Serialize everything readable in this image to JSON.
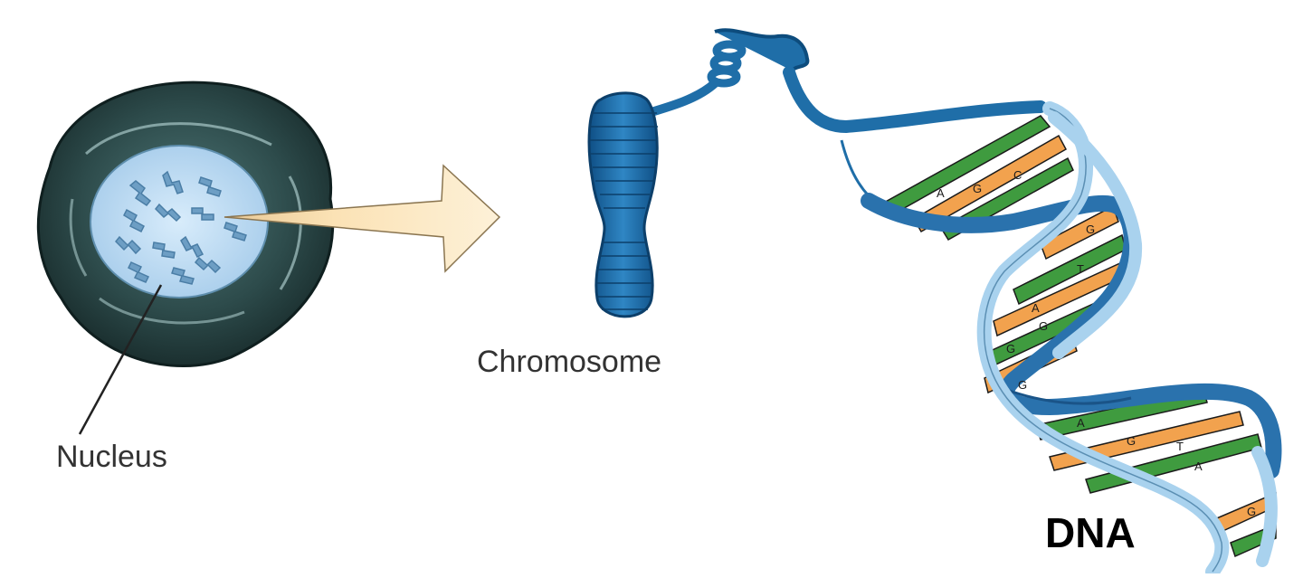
{
  "labels": {
    "nucleus": "Nucleus",
    "chromosome": "Chromosome",
    "dna": "DNA"
  },
  "base_letters": [
    "A",
    "C",
    "G",
    "T"
  ],
  "colors": {
    "nucleus_outer": "#1f3a3a",
    "nucleus_inner": "#bcdcf4",
    "nucleus_chromosomes": "#6d9ec4",
    "arrow_fill": "#fbe6bd",
    "chromosome_blue": "#1f6ea8",
    "dna_backbone_dark": "#2a72ad",
    "dna_backbone_light": "#a9d2ee",
    "base_green": "#3f9b3f",
    "base_orange": "#f2a24e"
  },
  "icons": {
    "nucleus": "cell-nucleus-icon",
    "arrow": "right-arrow-icon",
    "chromosome": "chromosome-icon",
    "dna": "dna-double-helix-icon"
  }
}
